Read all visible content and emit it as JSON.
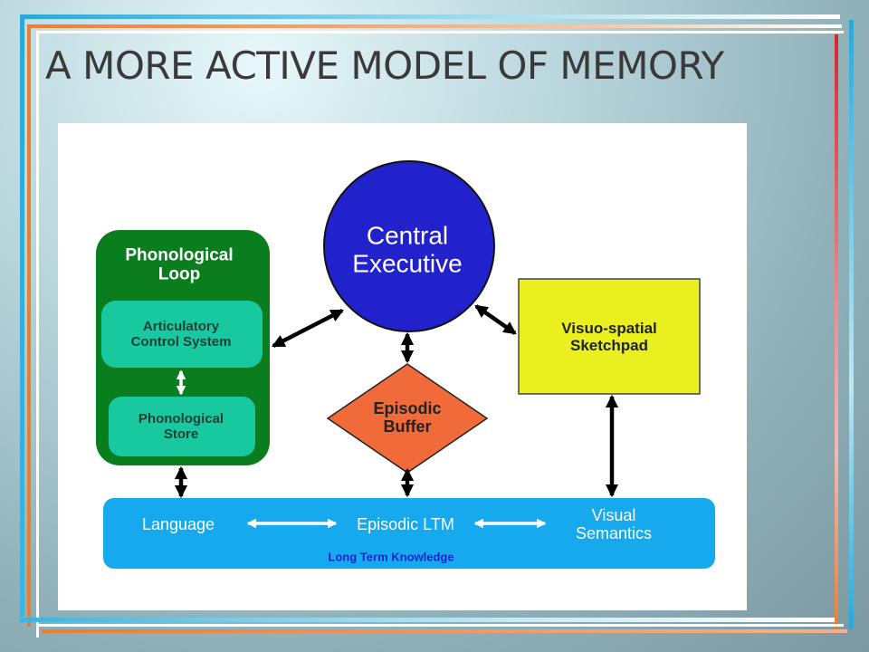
{
  "slide": {
    "title": "A MORE ACTIVE MODEL OF MEMORY"
  },
  "diagram": {
    "central_executive": "Central\nExecutive",
    "phonological_loop": "Phonological\nLoop",
    "articulatory_control": "Articulatory\nControl System",
    "phonological_store": "Phonological\nStore",
    "episodic_buffer": "Episodic\nBuffer",
    "visuospatial_sketchpad": "Visuo-spatial\nSketchpad",
    "ltm": {
      "language": "Language",
      "episodic_ltm": "Episodic LTM",
      "visual_semantics": "Visual\nSemantics",
      "caption": "Long Term Knowledge"
    }
  },
  "colors": {
    "central_executive": "#2222cc",
    "phonological_loop": "#0a7d1e",
    "phonological_subsystems": "#18c9a0",
    "episodic_buffer": "#f06a3a",
    "visuospatial": "#eaf01e",
    "ltm_band": "#16a9ee",
    "ltm_caption": "#1a22d0"
  }
}
